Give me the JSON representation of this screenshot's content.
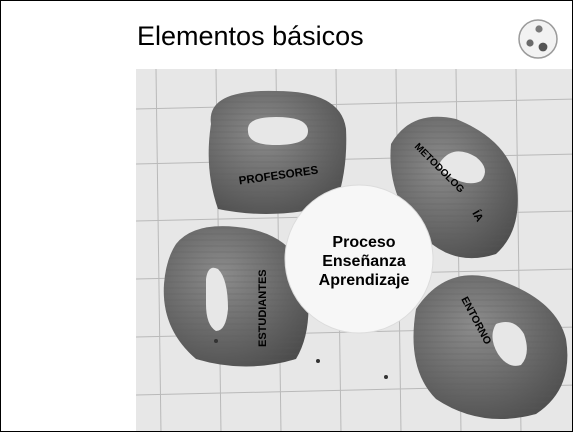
{
  "slide": {
    "title": "Elementos básicos",
    "logo_icon": "three-dots-circle-icon"
  },
  "diagram": {
    "center_lines": [
      "Proceso",
      "Enseñanza",
      "Aprendizaje"
    ],
    "chair_labels": {
      "top": "PROFESORES",
      "right_part1": "METODOLOG",
      "right_part2": "ÍA",
      "left": "ESTUDIANTES",
      "bottom_right": "ENTORNO"
    }
  }
}
